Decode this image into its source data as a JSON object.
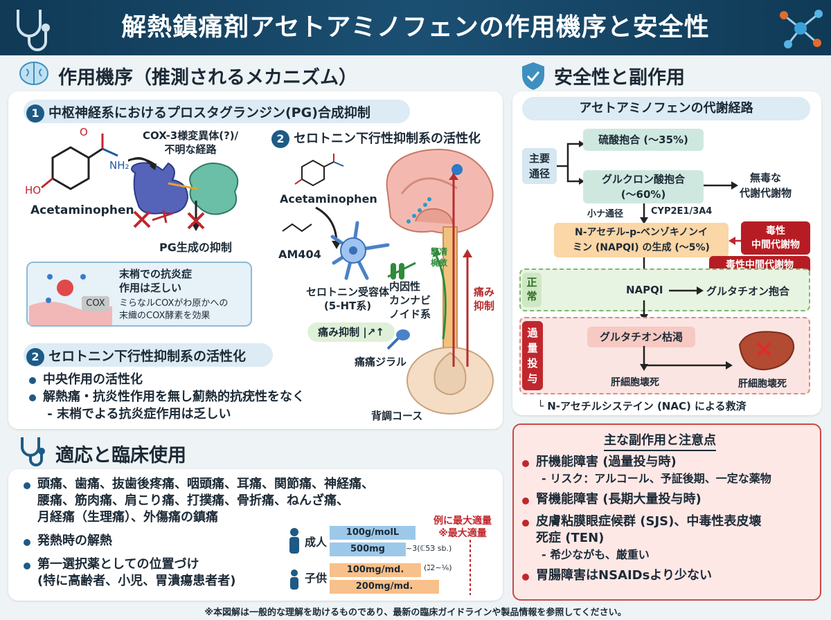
{
  "header": {
    "title": "解熱鎮痛剤アセトアミノフェンの作用機序と安全性"
  },
  "mechanism": {
    "title": "作用機序（推測されるメカニズム）",
    "step1": {
      "num": "1",
      "title": "中枢神経系におけるプロスタグランジン(PG)合成抑制"
    },
    "cox_label": "COX-3様変異体(?)/\n不明な経路",
    "drug_label": "Acetaminophen",
    "nh2": "NH₂",
    "ho": "HO",
    "o": "O",
    "pg_label": "PG生成の抑制",
    "inset_text": "末梢での抗炎症\n作用は乏しい",
    "inset_sub": "ミらなルCOXがわ原かへの\n末織のCOX酵素を効果",
    "cox_tag": "COX",
    "step2": {
      "num": "2",
      "title": "セロトニン下行性抑制系の活性化"
    },
    "step2b": {
      "num": "2",
      "title": "セロトニン下行性抑制系の活性化"
    },
    "bullets": [
      "中央作用の活性化",
      "解熱痛・抗炎性作用を無し薊熱的抗疣性をなく\n - 末梢でよる抗炎症作用は乏しい"
    ],
    "drug2": "Acetaminophen",
    "am404": "AM404",
    "receptor": "セロトニン受容体\n(5-HT系)",
    "cannabinoid": "内因性\nカンナビ\nノイド系",
    "pain_inhibit": "痛み抑制 |↗↑",
    "pain_ctrl": "痛み\n抑制",
    "green_tag": "襲凊\n梶斂",
    "pain_signal": "痛痛ジラル",
    "spinal": "背調コース"
  },
  "indication": {
    "title": "適応と臨床使用",
    "items": [
      "頭痛、歯痛、抜歯後疼痛、咽頭痛、耳痛、関節痛、神経痛、\n腰痛、筋肉痛、肩こり痛、打撲痛、骨折痛、ねんざ痛、\n月経痛（生理痛）、外傷痛の鎮痛",
      "発熱時の解熱",
      "第一選択薬としての位置づけ\n(特に高齢者、小児、胃潰瘍患者者)"
    ],
    "dose": {
      "adult": "成人",
      "child": "子供",
      "bars": [
        {
          "label": "100g/molL"
        },
        {
          "label": "500mg"
        },
        {
          "label": "100mg/md."
        },
        {
          "label": "200mg/md."
        }
      ],
      "max_note": "例に最大適量\n※最大適量",
      "adult_note": "~3(ℂ5З sb.)",
      "child_note": "(ℷ2∼⅙)"
    }
  },
  "safety": {
    "title": "安全性と副作用",
    "pathway_title": "アセトアミノフェンの代謝経路",
    "main_route": "主要\n通径",
    "sulfate": "硫酸抱合 (～35%)",
    "glucuronide": "グルクロン酸抱合\n(～60%)",
    "nontoxic": "無毒な\n代謝代謝物",
    "minor": "小ナ通径",
    "cyp": "CYP2E1/3A4",
    "napqi_box": "N-アセチル-p-ベンゾキノンイ\nミン (NAPQI) の生成 (～5%)",
    "toxic1": "毒性\n中間代謝物",
    "toxic2": "毒性中間代謝物",
    "normal": "正\n常",
    "napqi": "NAPQI",
    "gsh": "グルタチオン抱合",
    "overdose": "過\n量\n投\n与",
    "depletion": "グルタチオン枯渇",
    "necrosis1": "肝細胞壊死",
    "necrosis2": "肝細胞壊死",
    "nac": "└ N-アセチルシステイン (NAC) による救済"
  },
  "side_effects": {
    "title": "主な副作用と注意点",
    "items": [
      {
        "main": "肝機能障害 (過量投与時)",
        "sub": "- リスク：アルコール、予証後期、一定な薬物"
      },
      {
        "main": "腎機能障害 (長期大量投与時)",
        "sub": ""
      },
      {
        "main": "皮膚粘膜眼症候群 (SJS)、中毒性表皮壊\n死症 (TEN)",
        "sub": "- 希少ながも、厳重い"
      },
      {
        "main": "胃腸障害はNSAIDsより少ない",
        "sub": ""
      }
    ]
  },
  "footer": {
    "note": "※本図解は一般的な理解を助けるものであり、最新の臨床ガイドラインや製品情報を参照してください。"
  },
  "colors": {
    "header": "#103a56",
    "accent": "#1d5a86",
    "red": "#c0272d",
    "green": "#2e8b3a"
  }
}
